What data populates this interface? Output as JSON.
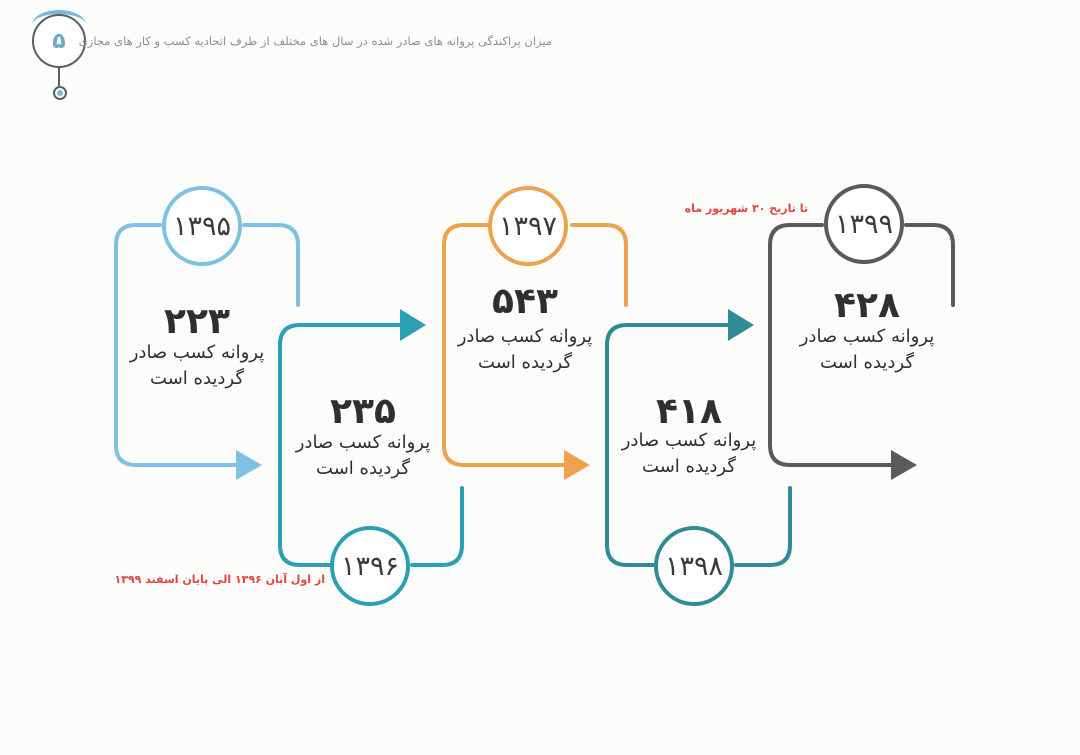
{
  "header": {
    "step_number": "۵",
    "title": "میزان پراکندگی پروانه های صادر شده در سال های مختلف از طرف اتحادیه کسب و کار های مجازی"
  },
  "steps": [
    {
      "year": "۱۳۹۵",
      "count": "۲۲۳",
      "label_line1": "پروانه کسب صادر",
      "label_line2": "گردیده است",
      "color": "#7fc1e2"
    },
    {
      "year": "۱۳۹۶",
      "count": "۲۳۵",
      "label_line1": "پروانه کسب صادر",
      "label_line2": "گردیده است",
      "color": "#2d9fb3"
    },
    {
      "year": "۱۳۹۷",
      "count": "۵۴۳",
      "label_line1": "پروانه کسب صادر",
      "label_line2": "گردیده است",
      "color": "#efa24e"
    },
    {
      "year": "۱۳۹۸",
      "count": "۴۱۸",
      "label_line1": "پروانه کسب صادر",
      "label_line2": "گردیده است",
      "color": "#2f8c96"
    },
    {
      "year": "۱۳۹۹",
      "count": "۴۲۸",
      "label_line1": "پروانه کسب صادر",
      "label_line2": "گردیده است",
      "color": "#5a5a5a"
    }
  ],
  "notes": {
    "note_1399": "تا تاریخ ۳۰ شهریور ماه",
    "note_1396": "از اول آبان ۱۳۹۶ الی پایان اسفند ۱۳۹۹"
  },
  "colors": {
    "accent": "#79b8da",
    "note": "#e0463f",
    "text": "#2f2f2f"
  }
}
